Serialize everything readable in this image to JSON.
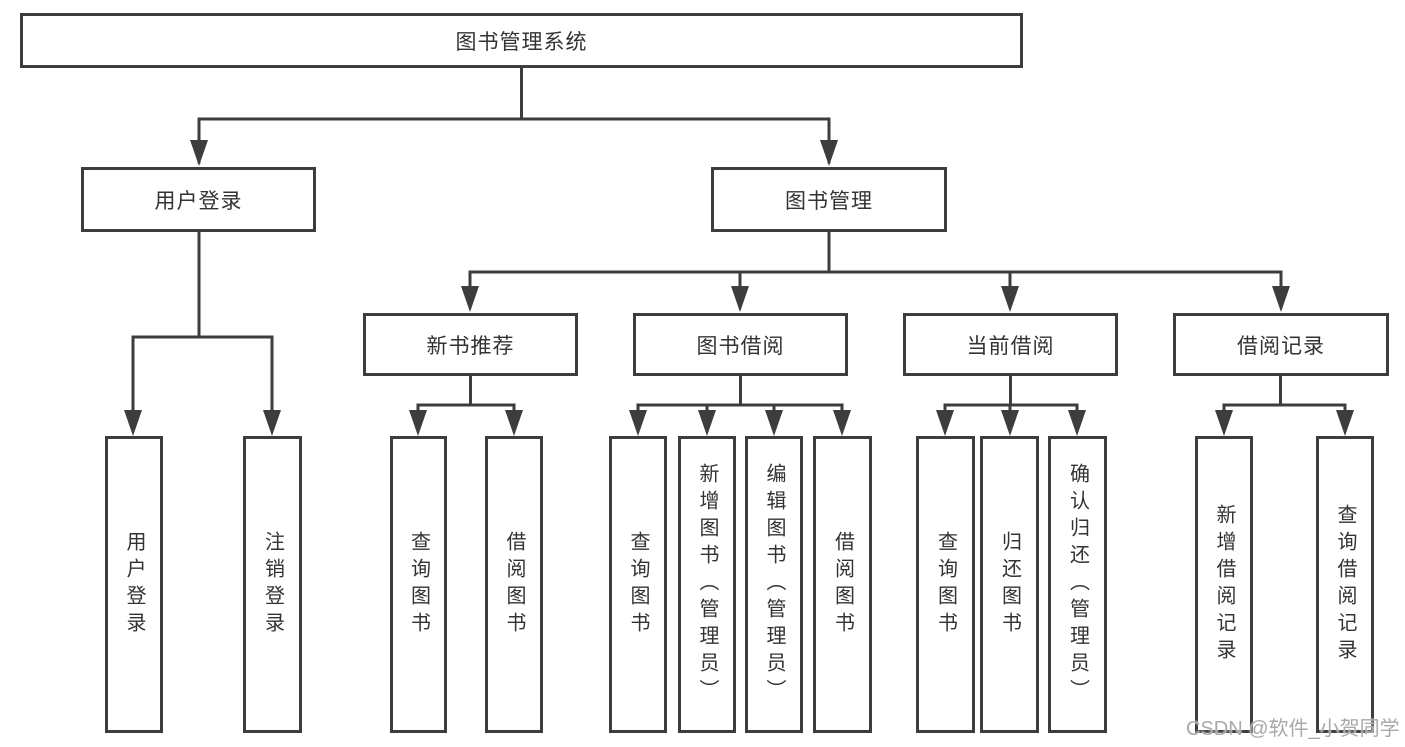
{
  "tree": {
    "root": {
      "label": "图书管理系统"
    },
    "level2": [
      {
        "label": "用户登录"
      },
      {
        "label": "图书管理"
      }
    ],
    "level3": [
      {
        "label": "新书推荐",
        "parent": "图书管理"
      },
      {
        "label": "图书借阅",
        "parent": "图书管理"
      },
      {
        "label": "当前借阅",
        "parent": "图书管理"
      },
      {
        "label": "借阅记录",
        "parent": "图书管理"
      }
    ],
    "leaves": [
      {
        "label": "用户登录",
        "parent": "用户登录"
      },
      {
        "label": "注销登录",
        "parent": "用户登录"
      },
      {
        "label": "查询图书",
        "parent": "新书推荐"
      },
      {
        "label": "借阅图书",
        "parent": "新书推荐"
      },
      {
        "label": "查询图书",
        "parent": "图书借阅"
      },
      {
        "label": "新增图书（管理员）",
        "parent": "图书借阅"
      },
      {
        "label": "编辑图书（管理员）",
        "parent": "图书借阅"
      },
      {
        "label": "借阅图书",
        "parent": "图书借阅"
      },
      {
        "label": "查询图书",
        "parent": "当前借阅"
      },
      {
        "label": "归还图书",
        "parent": "当前借阅"
      },
      {
        "label": "确认归还（管理员）",
        "parent": "当前借阅"
      },
      {
        "label": "新增借阅记录",
        "parent": "借阅记录"
      },
      {
        "label": "查询借阅记录",
        "parent": "借阅记录"
      }
    ]
  },
  "watermark": {
    "text": "CSDN @软件_小贺同学"
  },
  "colors": {
    "line": "#3d3d3d",
    "text": "#333333",
    "watermark": "#a9a9a9",
    "background": "#ffffff"
  }
}
